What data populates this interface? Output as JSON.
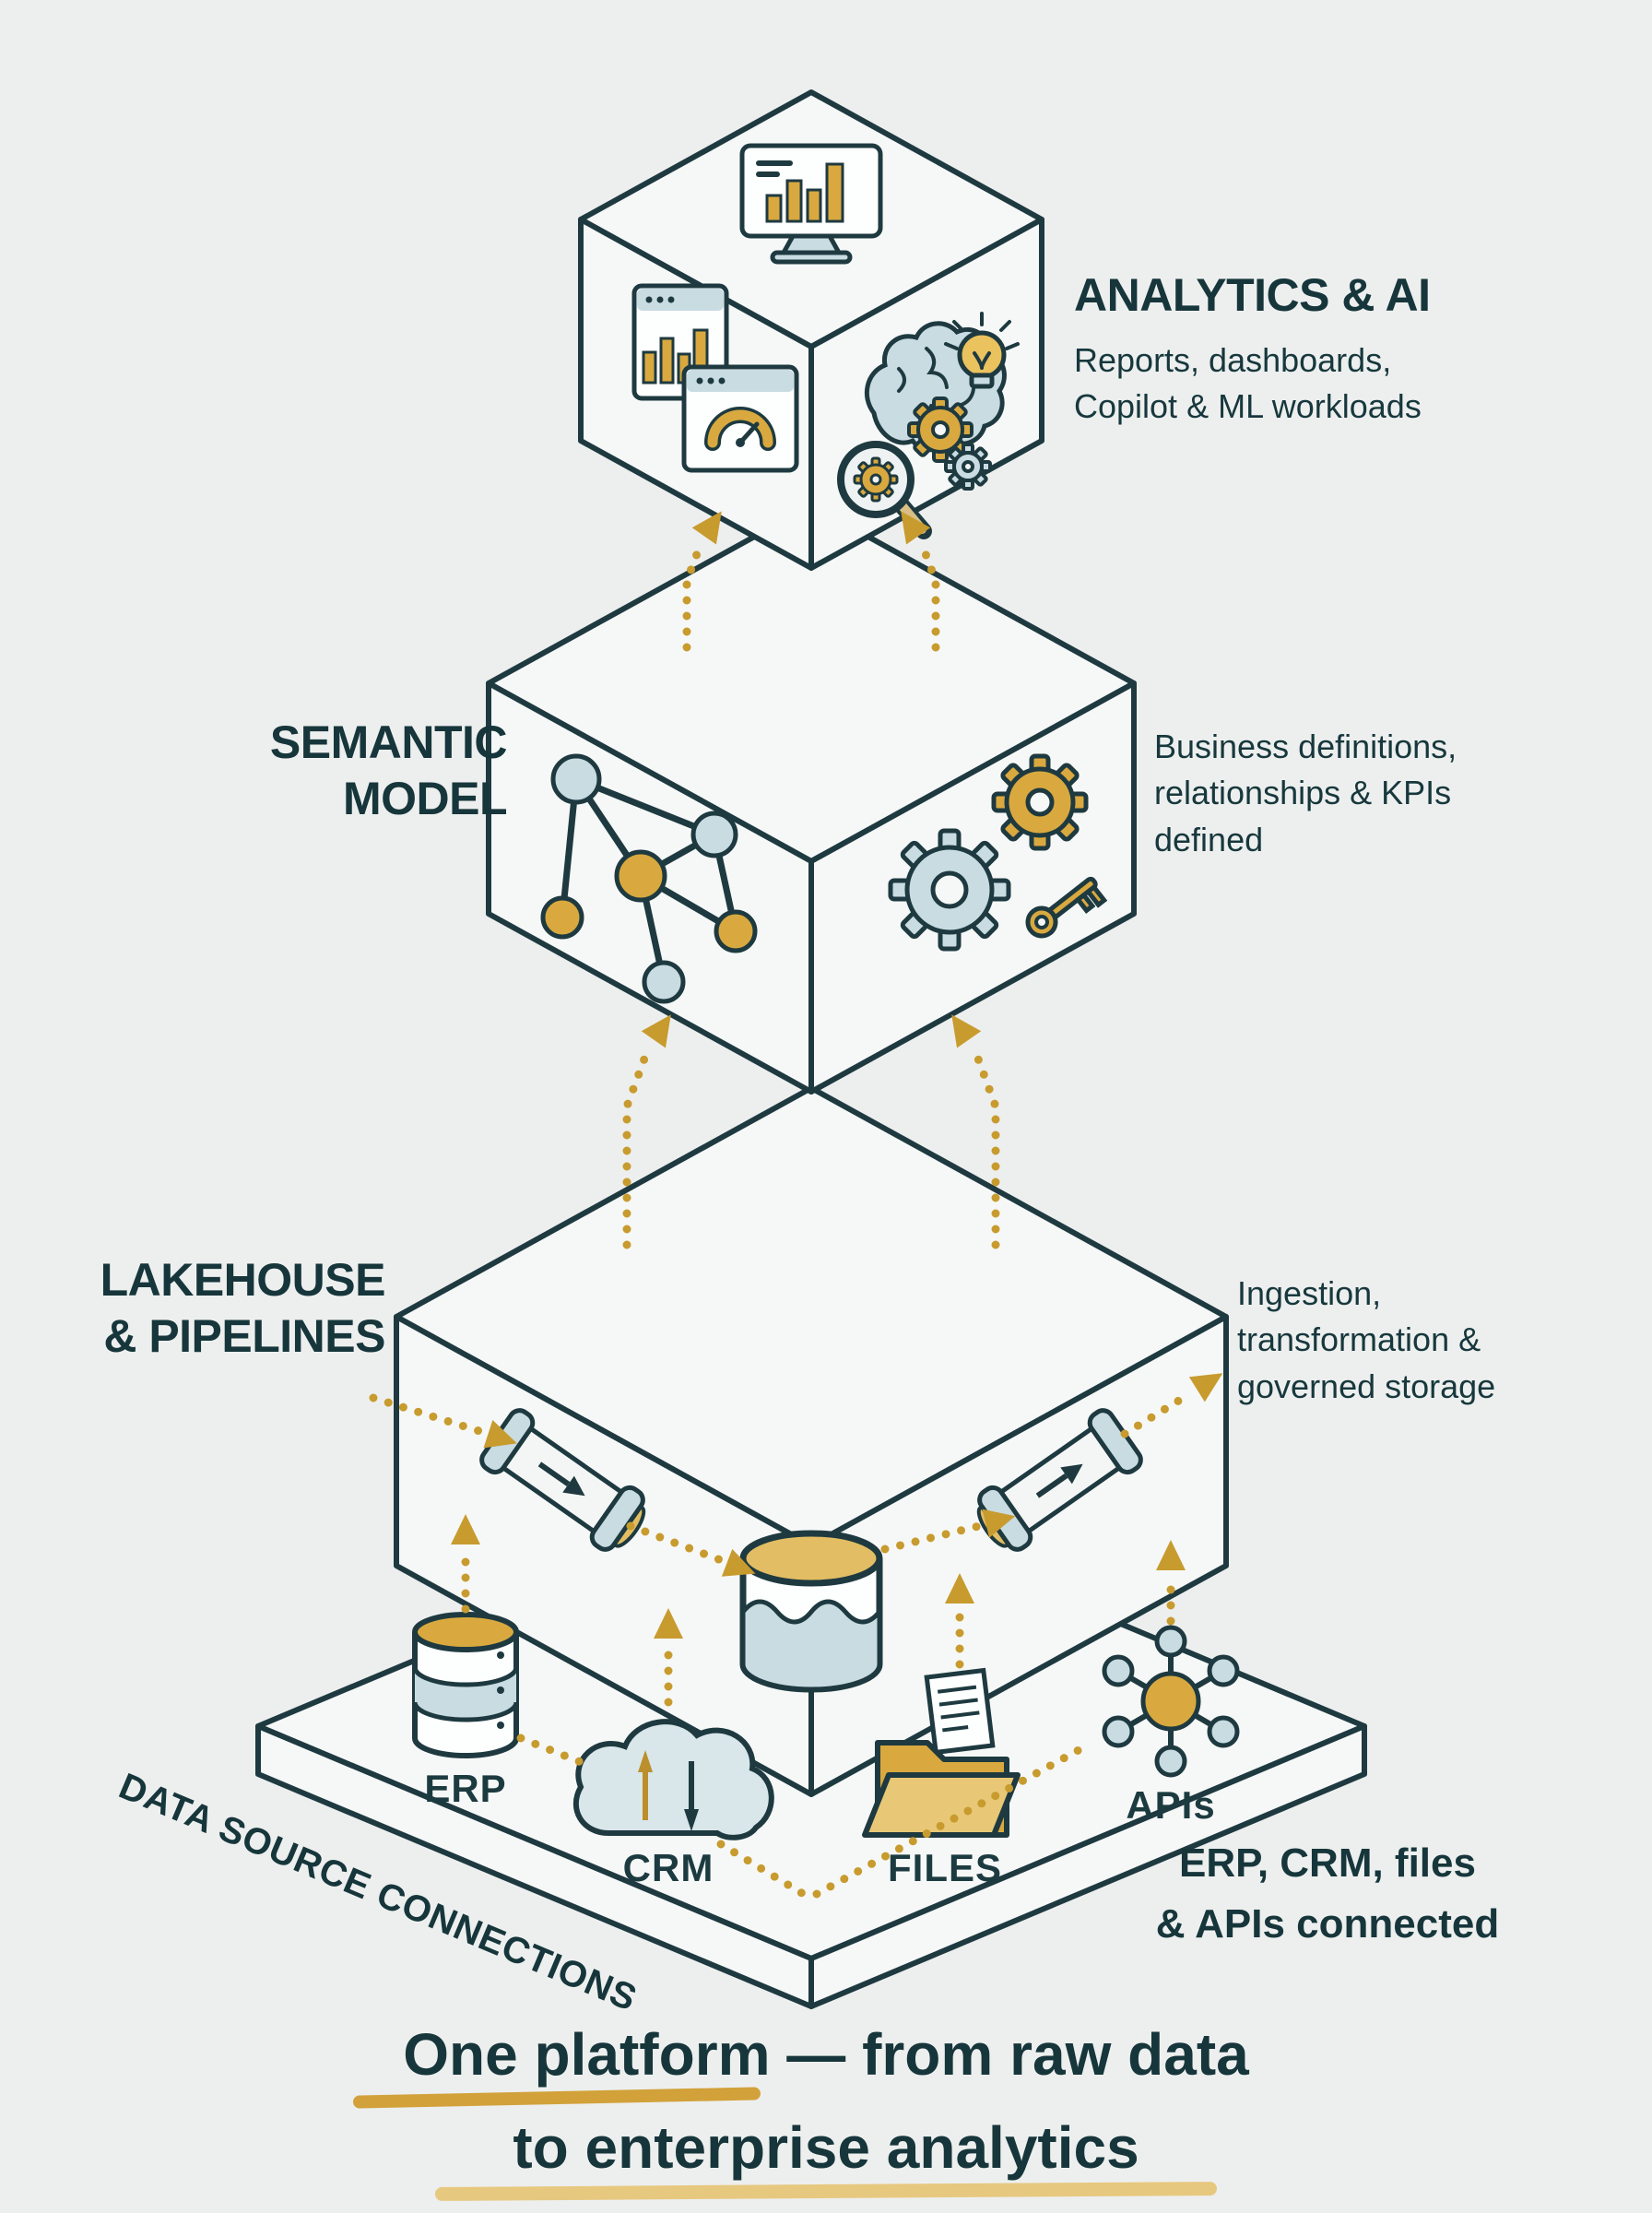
{
  "colors": {
    "background": "#edefee",
    "cube_face": "#f6f8f7",
    "outline": "#1e3a40",
    "text": "#16363b",
    "gold": "#d2a13a",
    "gold_soft": "#e7c87f",
    "blue": "#c8dce2"
  },
  "layers": {
    "analytics": {
      "title": "ANALYTICS & AI",
      "desc_lines": [
        "Reports, dashboards,",
        "Copilot & ML workloads"
      ],
      "icons": [
        "monitor-chart-icon",
        "report-window-icon",
        "gauge-window-icon",
        "brain-icon",
        "lightbulb-icon",
        "magnifier-gears-icon"
      ]
    },
    "semantic": {
      "title_lines": [
        "SEMANTIC",
        "MODEL"
      ],
      "desc_lines": [
        "Business definitions,",
        "relationships & KPIs",
        "defined"
      ],
      "icons": [
        "network-graph-icon",
        "gears-icon",
        "key-icon"
      ]
    },
    "lakehouse": {
      "title_lines": [
        "LAKEHOUSE",
        "& PIPELINES"
      ],
      "desc_lines": [
        "Ingestion,",
        "transformation &",
        "governed storage"
      ],
      "icons": [
        "pipeline-left-icon",
        "lakehouse-cylinder-icon",
        "pipeline-right-icon"
      ]
    },
    "sources": {
      "edge_label": "DATA SOURCE CONNECTIONS",
      "desc_lines": [
        "ERP, CRM, files",
        "& APIs connected"
      ],
      "items": [
        {
          "label": "ERP",
          "icon": "erp-database-icon"
        },
        {
          "label": "CRM",
          "icon": "crm-cloud-icon"
        },
        {
          "label": "FILES",
          "icon": "files-folder-icon"
        },
        {
          "label": "APIs",
          "icon": "api-hub-icon"
        }
      ]
    }
  },
  "caption": {
    "lines": [
      "One platform — from raw data",
      "to enterprise analytics"
    ]
  }
}
